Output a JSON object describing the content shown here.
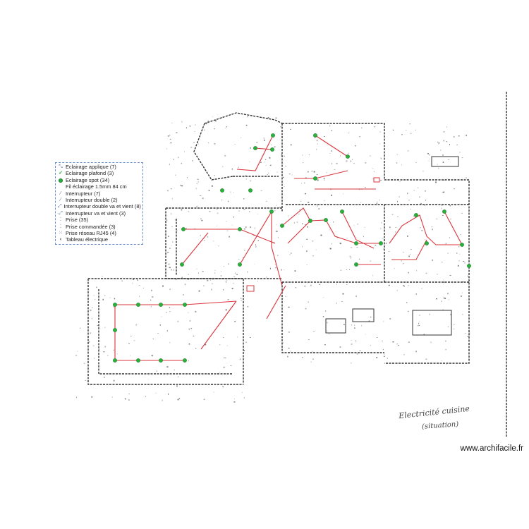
{
  "legend": {
    "items": [
      {
        "label": "Eclairage applique (7)",
        "icon": "applique-icon"
      },
      {
        "label": "Eclairage plafond (3)",
        "icon": "ceiling-light-icon"
      },
      {
        "label": "Eclairage spot (34)",
        "icon": "spot-light-icon"
      },
      {
        "label": "Fil éclairage 1.5mm 84 cm",
        "icon": "wire-icon"
      },
      {
        "label": "Interrupteur (7)",
        "icon": "switch-icon"
      },
      {
        "label": "Interrupteur double (2)",
        "icon": "double-switch-icon"
      },
      {
        "label": "Interrupteur double va et vient (8)",
        "icon": "double-two-way-switch-icon"
      },
      {
        "label": "Interrupteur va et vient (3)",
        "icon": "two-way-switch-icon"
      },
      {
        "label": "Prise (35)",
        "icon": "outlet-icon"
      },
      {
        "label": "Prise commandée (3)",
        "icon": "switched-outlet-icon"
      },
      {
        "label": "Prise réseau RJ45 (4)",
        "icon": "rj45-outlet-icon"
      },
      {
        "label": "Tableau électrique",
        "icon": "electrical-panel-icon"
      }
    ]
  },
  "watermark": "www.archifacile.fr",
  "handwritten_note": {
    "line1": "Electricité cuisine",
    "line2": "(situation)"
  },
  "colors": {
    "wire": "#d9363e",
    "spot": "#27b23a",
    "plan_ink": "#333333",
    "legend_border": "#6a8fc9"
  }
}
